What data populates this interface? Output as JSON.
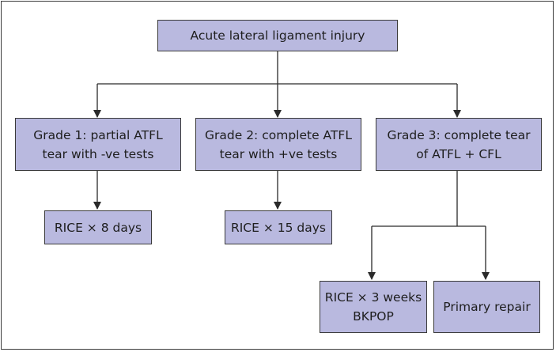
{
  "colors": {
    "box_fill": "#b9b9df",
    "box_border": "#3a3a3a",
    "connector": "#2a2a2a"
  },
  "nodes": {
    "root": {
      "lines": [
        "Acute lateral ligament injury"
      ]
    },
    "grade1": {
      "lines": [
        "Grade 1: partial ATFL",
        "tear with -ve tests"
      ]
    },
    "grade2": {
      "lines": [
        "Grade 2: complete ATFL",
        "tear with +ve tests"
      ]
    },
    "grade3": {
      "lines": [
        "Grade 3: complete tear",
        "of ATFL + CFL"
      ]
    },
    "rice8": {
      "lines": [
        "RICE × 8 days"
      ]
    },
    "rice15": {
      "lines": [
        "RICE × 15 days"
      ]
    },
    "rice3w": {
      "lines": [
        "RICE × 3 weeks",
        "BKPOP"
      ]
    },
    "repair": {
      "lines": [
        "Primary repair"
      ]
    }
  },
  "edges": [
    [
      "root",
      "grade1"
    ],
    [
      "root",
      "grade2"
    ],
    [
      "root",
      "grade3"
    ],
    [
      "grade1",
      "rice8"
    ],
    [
      "grade2",
      "rice15"
    ],
    [
      "grade3",
      "rice3w"
    ],
    [
      "grade3",
      "repair"
    ]
  ]
}
